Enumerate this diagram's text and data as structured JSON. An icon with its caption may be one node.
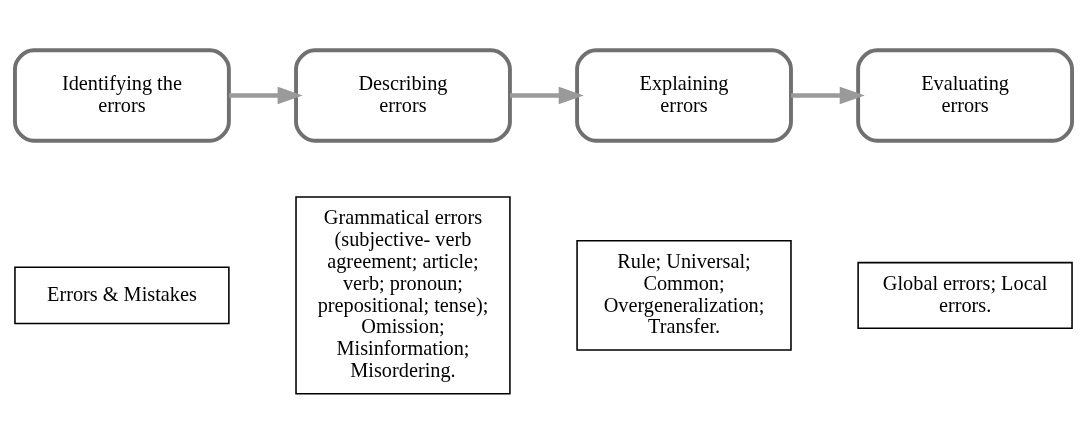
{
  "diagram": {
    "nodes": [
      {
        "text": [
          "Identifying the errors"
        ]
      },
      {
        "text": [
          "Describing errors"
        ]
      },
      {
        "text": [
          "Explaining errors"
        ]
      },
      {
        "text": [
          "Evaluating errors"
        ]
      },
      {
        "text": [
          "Errors & Mistakes"
        ]
      },
      {
        "text": [
          "Grammatical errors (subjective- verb agreement; article; verb; pronoun; prepositional; tense); Omission; Misinformation; Misordering."
        ]
      },
      {
        "text": [
          "Rule; Universal; Common; Overgeneralization; Transfer."
        ]
      },
      {
        "text": [
          "Global errors; Local errors."
        ]
      }
    ],
    "edges": [
      {
        "from": 0,
        "to": 1,
        "arrow": "to"
      },
      {
        "from": 1,
        "to": 2,
        "arrow": "to"
      },
      {
        "from": 2,
        "to": 3,
        "arrow": "to"
      }
    ]
  }
}
